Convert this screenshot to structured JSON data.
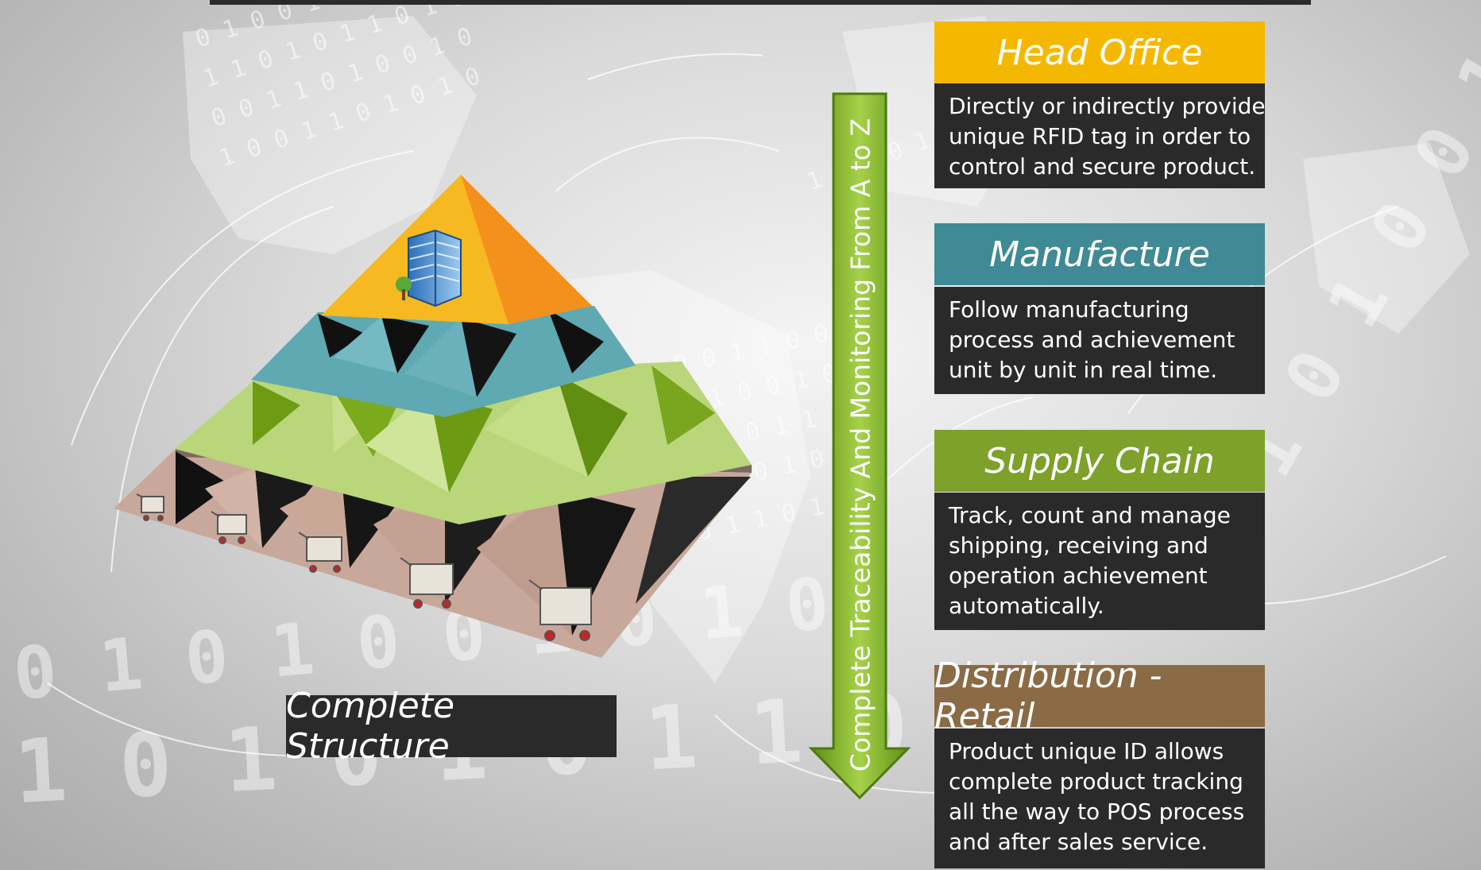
{
  "levels": [
    {
      "title": "Head Office",
      "color": "#f5b800",
      "lines": [
        "Directly or indirectly provide",
        "unique RFID tag in order to",
        "control and secure product."
      ]
    },
    {
      "title": "Manufacture",
      "color": "#3f8a94",
      "lines": [
        "Follow manufacturing",
        "process and achievement",
        "unit by unit in real time."
      ]
    },
    {
      "title": "Supply Chain",
      "color": "#7da12a",
      "lines": [
        "Track, count and manage",
        "shipping, receiving and",
        "operation achievement",
        "automatically."
      ]
    },
    {
      "title": "Distribution - Retail",
      "color": "#8a6b45",
      "lines": [
        "Product unique ID allows",
        "complete product tracking",
        "all the way to POS process",
        "and after sales service."
      ]
    }
  ],
  "arrow_text": "Complete Traceability And Monitoring  From A to Z",
  "structure_label": "Complete Structure",
  "binary_text": "0 1 0 1 1 0 0 1 0 1 0 1 1 0 1 0 0 1",
  "icons": [
    "building-icon",
    "shopping-cart-icon"
  ]
}
